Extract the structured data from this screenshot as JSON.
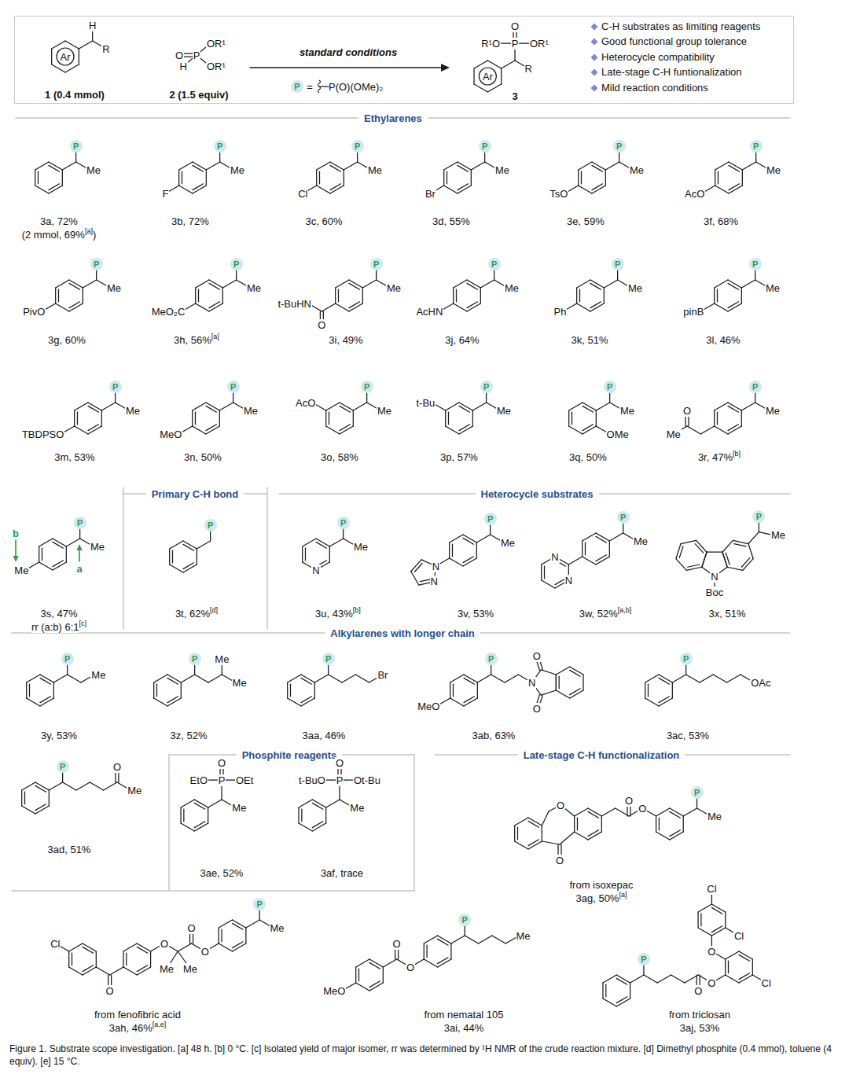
{
  "diagram": {
    "caption": "Figure 1. Substrate scope investigation. [a] 48 h. [b] 0 °C. [c] Isolated yield of major isomer, rr was determined by ¹H NMR of the crude reaction mixture. [d] Dimethyl phosphite (0.4 mmol), toluene (4 equiv). [e] 15 °C.",
    "nodes": [
      {
        "text": [
          "C-H substrates as limiting reagents",
          "Good functional group tolerance",
          "Heterocycle compatibility",
          "Late-stage C-H funtionalization",
          "Mild reaction conditions"
        ]
      }
    ],
    "labels": [
      "Ar",
      "H",
      "R",
      "1 (0.4 mmol)",
      "O",
      "P",
      "OR¹",
      "H",
      "OR¹",
      "2 (1.5 equiv)",
      "standard conditions",
      "P",
      "=",
      "P(O)(OMe)₂",
      "O",
      "R¹O",
      "P",
      "OR¹",
      "R",
      "Ar",
      "3",
      "Ethylarenes",
      "P",
      "Me",
      "3a, 72%",
      "(2 mmol, 69%",
      "[a]",
      ")",
      "P",
      "Me",
      "F",
      "3b, 72%",
      "P",
      "Me",
      "Cl",
      "3c, 60%",
      "P",
      "Me",
      "Br",
      "3d, 55%",
      "P",
      "Me",
      "TsO",
      "3e, 59%",
      "P",
      "Me",
      "AcO",
      "3f, 68%",
      "P",
      "Me",
      "PivO",
      "3g, 60%",
      "P",
      "Me",
      "MeO₂C",
      "3h, 56%",
      "[a]",
      "P",
      "Me",
      "t-BuHN",
      "O",
      "3i, 49%",
      "P",
      "Me",
      "AcHN",
      "3j, 64%",
      "P",
      "Me",
      "Ph",
      "3k, 51%",
      "P",
      "Me",
      "pinB",
      "3l, 46%",
      "P",
      "Me",
      "TBDPSO",
      "3m, 53%",
      "P",
      "Me",
      "MeO",
      "3n, 50%",
      "P",
      "Me",
      "AcO",
      "3o, 58%",
      "P",
      "Me",
      "t-Bu",
      "3p, 57%",
      "P",
      "Me",
      "OMe",
      "3q, 50%",
      "P",
      "Me",
      "O",
      "Me",
      "3r, 47%",
      "[b]",
      "Primary C-H bond",
      "P",
      "Me",
      "Me",
      "b",
      "a",
      "3s, 47%",
      "rr (a:b) 6:1",
      "[c]",
      "P",
      "3t, 62%",
      "[d]",
      "Heterocycle substrates",
      "P",
      "Me",
      "N",
      "3u, 43%",
      "[b]",
      "P",
      "Me",
      "N",
      "N",
      "3v, 53%",
      "P",
      "Me",
      "N",
      "N",
      "3w, 52%",
      "[a,b]",
      "P",
      "Me",
      "N",
      "Boc",
      "3x, 51%",
      "Alkylarenes with longer chain",
      "P",
      "Me",
      "3y, 53%",
      "P",
      "Me",
      "Me",
      "3z, 52%",
      "P",
      "Br",
      "3aa, 46%",
      "MeO",
      "P",
      "N",
      "O",
      "O",
      "3ab, 63%",
      "P",
      "OAc",
      "3ac, 53%",
      "P",
      "O",
      "Me",
      "3ad, 51%",
      "Phosphite reagents",
      "O",
      "EtO",
      "P",
      "OEt",
      "Me",
      "3ae, 52%",
      "O",
      "t-BuO",
      "P",
      "Ot-Bu",
      "Me",
      "3af, trace",
      "Late-stage C-H functionalization",
      "O",
      "O",
      "O",
      "O",
      "P",
      "Me",
      "from isoxepac",
      "3ag, 50%",
      "[a]",
      "Cl",
      "O",
      "O",
      "Me",
      "Me",
      "O",
      "O",
      "P",
      "Me",
      "from fenofibric acid",
      "3ah, 46%",
      "[a,e]",
      "MeO",
      "O",
      "O",
      "P",
      "Me",
      "from nematal 105",
      "3ai, 44%",
      "Cl",
      "Cl",
      "O",
      "O",
      "Cl",
      "P",
      "O",
      "from triclosan",
      "3aj, 53%"
    ]
  }
}
